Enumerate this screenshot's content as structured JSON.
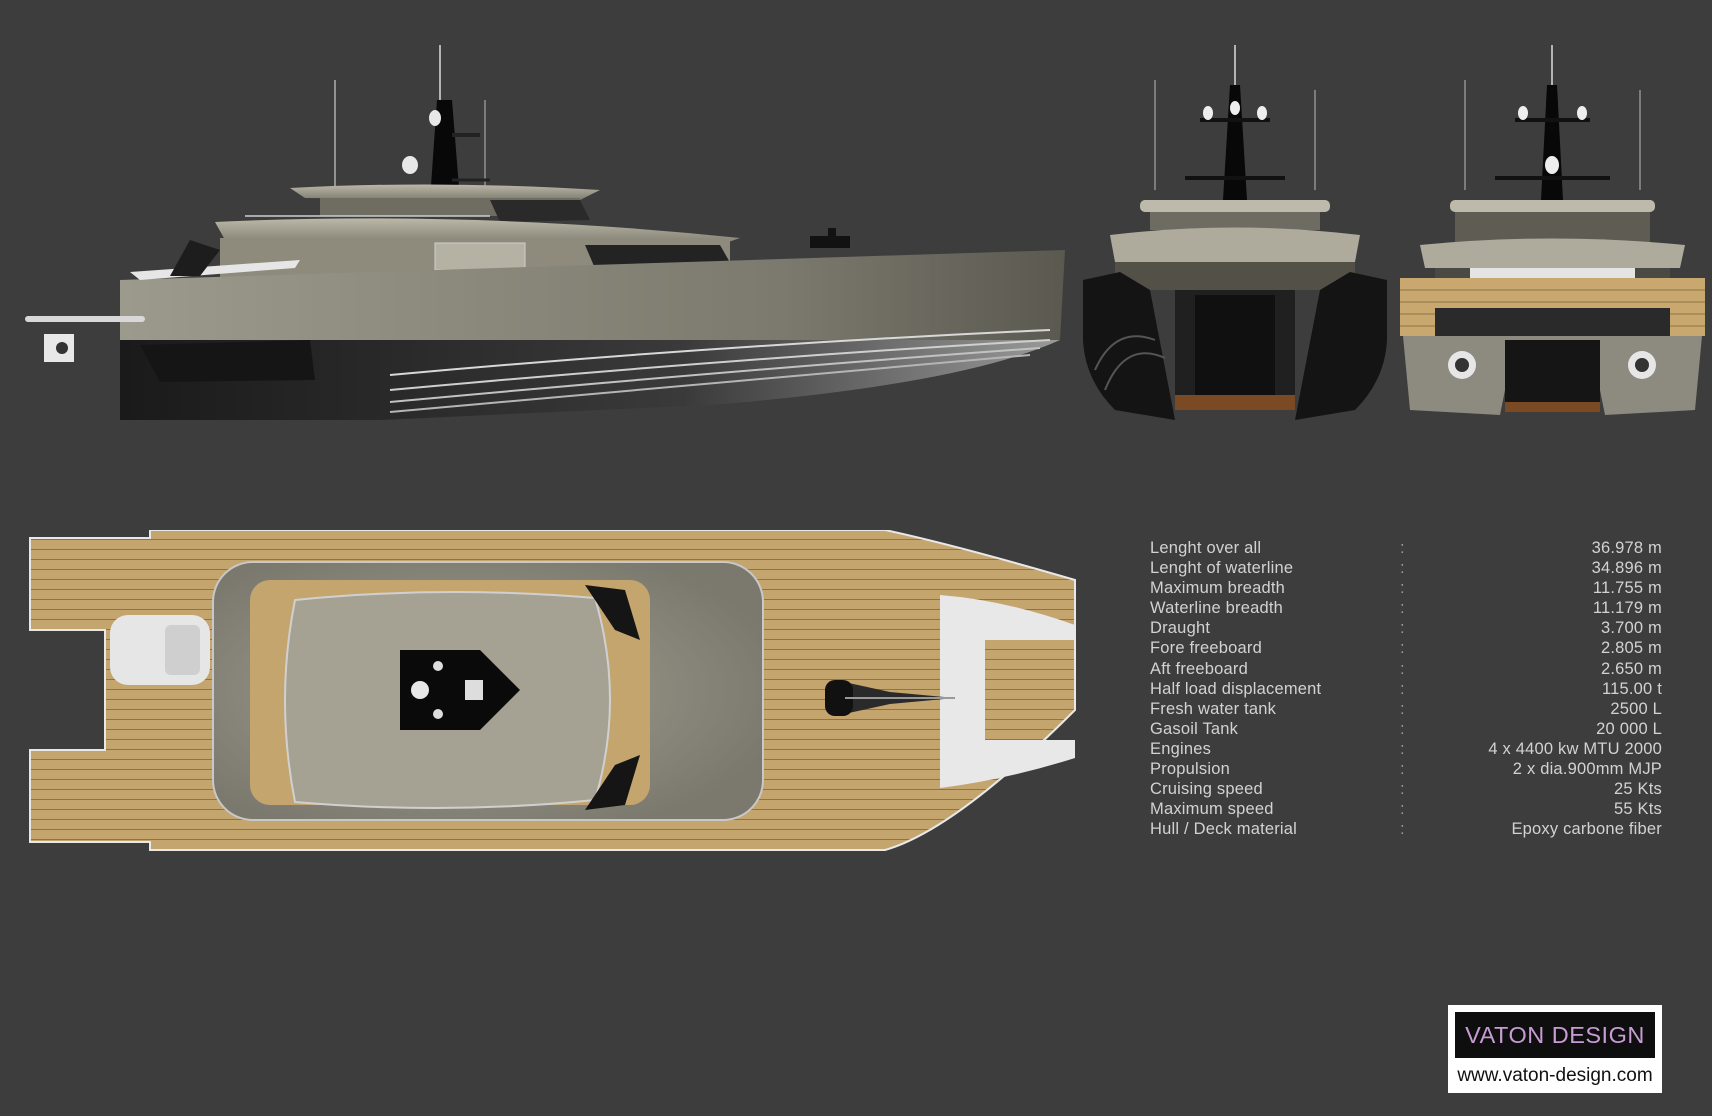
{
  "specs": [
    {
      "label": "Lenght over all",
      "value": "36.978 m"
    },
    {
      "label": "Lenght of waterline",
      "value": "34.896 m"
    },
    {
      "label": "Maximum breadth",
      "value": "11.755 m"
    },
    {
      "label": "Waterline breadth",
      "value": "11.179 m"
    },
    {
      "label": "Draught",
      "value": "3.700 m"
    },
    {
      "label": "Fore freeboard",
      "value": "2.805 m"
    },
    {
      "label": "Aft freeboard",
      "value": "2.650 m"
    },
    {
      "label": "Half load displacement",
      "value": "115.00 t"
    },
    {
      "label": "Fresh water tank",
      "value": "2500 L"
    },
    {
      "label": "Gasoil Tank",
      "value": "20 000 L"
    },
    {
      "label": "Engines",
      "value": "4 x 4400 kw MTU 2000"
    },
    {
      "label": "Propulsion",
      "value": "2 x dia.900mm MJP"
    },
    {
      "label": "Cruising speed",
      "value": "25 Kts"
    },
    {
      "label": "Maximum speed",
      "value": "55 Kts"
    },
    {
      "label": "Hull / Deck material",
      "value": "Epoxy carbone fiber"
    }
  ],
  "separator": ":",
  "brand": {
    "name": "VATON DESIGN",
    "url": "www.vaton-design.com"
  },
  "colors": {
    "background": "#3d3d3d",
    "hull": "#8e8b7c",
    "teak_deck": "#c4a56e",
    "brand_text": "#c79bd3"
  }
}
